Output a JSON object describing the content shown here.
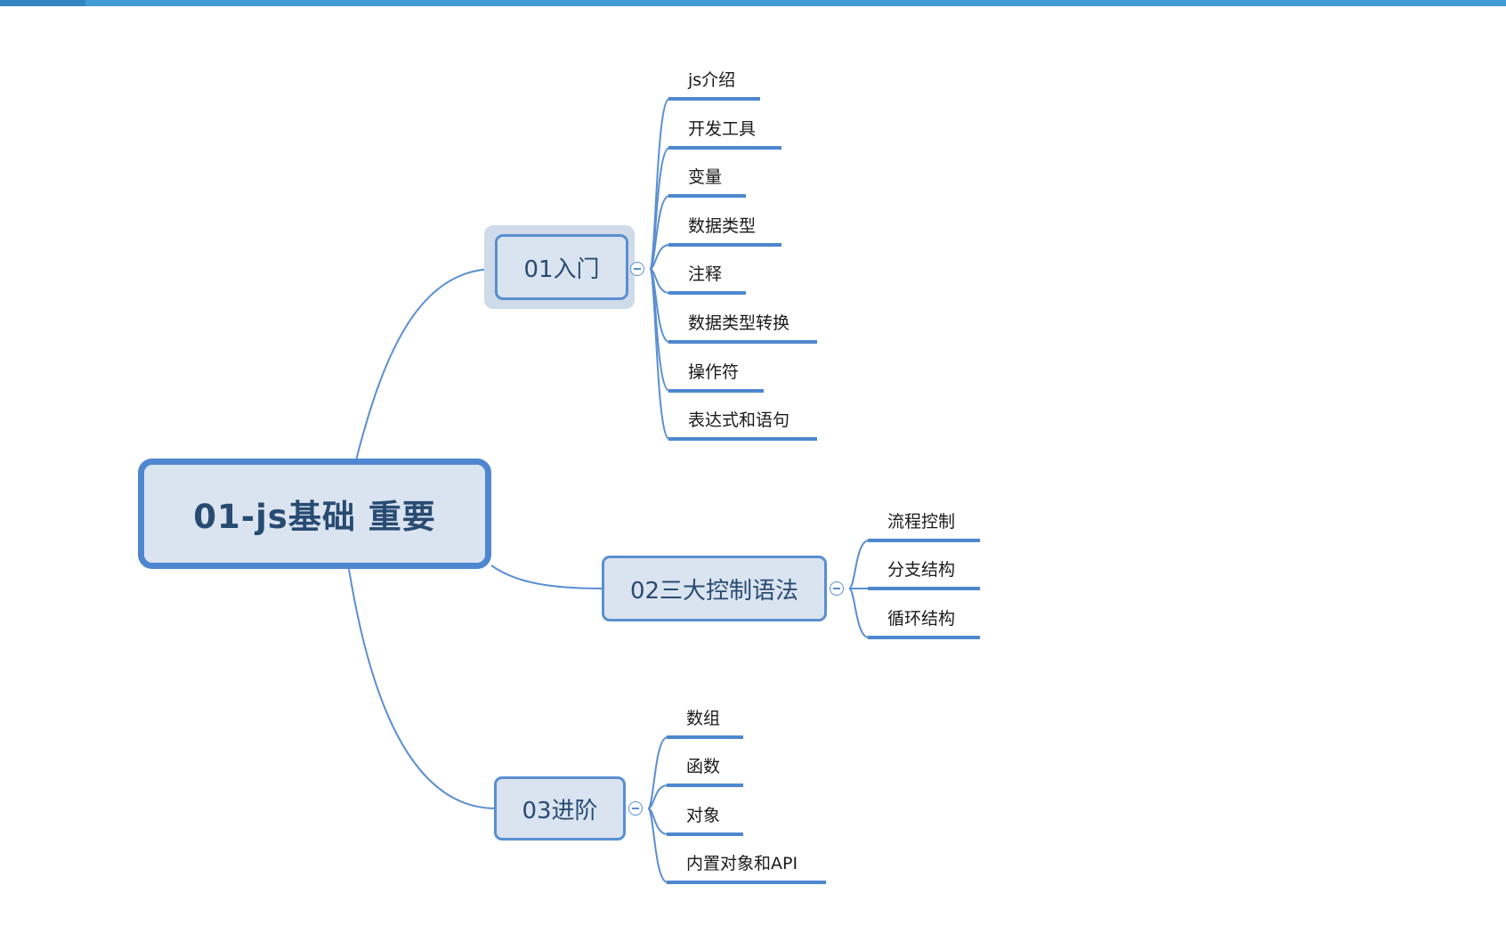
{
  "root": {
    "label": "01-js基础 重要"
  },
  "branches": [
    {
      "label": "01入门",
      "children": [
        "js介绍",
        "开发工具",
        "变量",
        "数据类型",
        "注释",
        "数据类型转换",
        "操作符",
        "表达式和语句"
      ]
    },
    {
      "label": "02三大控制语法",
      "children": [
        "流程控制",
        "分支结构",
        "循环结构"
      ]
    },
    {
      "label": "03进阶",
      "children": [
        "数组",
        "函数",
        "对象",
        "内置对象和API"
      ]
    }
  ],
  "colors": {
    "accent": "#4e87cf",
    "node_fill": "#dae3f0",
    "node_text": "#284b72",
    "top_bar": "#3f9bd4"
  }
}
